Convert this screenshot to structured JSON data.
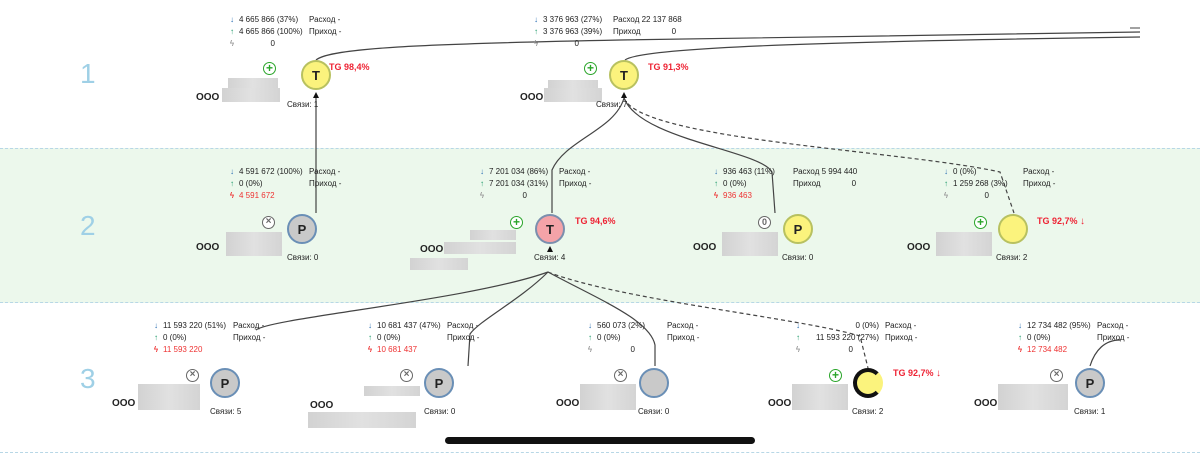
{
  "rows": [
    {
      "label": "1"
    },
    {
      "label": "2"
    },
    {
      "label": "3"
    }
  ],
  "common": {
    "expense_label": "Расход",
    "income_label": "Приход",
    "links_prefix": "Связи:",
    "company_prefix": "ООО"
  },
  "nodes": [
    {
      "letter": "T",
      "tg": "TG 98,4%",
      "links": "1",
      "stats": {
        "down": "4 665 866  (37%)",
        "down_extra": "-",
        "up": "4 665 866 (100%)",
        "up_extra": "-",
        "bolt": "0"
      }
    },
    {
      "letter": "T",
      "tg": "TG 91,3%",
      "links": "7",
      "stats": {
        "down": "3 376 963 (27%)",
        "down_extra": "22 137 868",
        "up": "3 376 963 (39%)",
        "up_extra": "0",
        "bolt": "0"
      }
    },
    {
      "letter": "P",
      "tg": "",
      "links": "0",
      "stats": {
        "down": "4 591 672 (100%)",
        "down_extra": "-",
        "up": "0     (0%)",
        "up_extra": "-",
        "bolt": "4 591 672"
      }
    },
    {
      "letter": "T",
      "tg": "TG 94,6%",
      "links": "4",
      "stats": {
        "down": "7 201 034 (86%)",
        "down_extra": "-",
        "up": "7 201 034 (31%)",
        "up_extra": "-",
        "bolt": "0"
      }
    },
    {
      "letter": "P",
      "tg": "",
      "links": "0",
      "stats": {
        "down": "936 463 (11%)",
        "down_extra": "5 994 440",
        "up": "0     (0%)",
        "up_extra": "0",
        "bolt": "936 463"
      }
    },
    {
      "letter": "",
      "tg": "TG 92,7%",
      "links": "2",
      "stats": {
        "down": "0 (0%)",
        "down_extra": "-",
        "up": "1 259 268 (3%)",
        "up_extra": "-",
        "bolt": "0"
      }
    },
    {
      "letter": "P",
      "tg": "",
      "links": "5",
      "stats": {
        "down": "11 593 220 (51%)",
        "down_extra": "-",
        "up": "0     (0%)",
        "up_extra": "-",
        "bolt": "11 593 220"
      }
    },
    {
      "letter": "P",
      "tg": "",
      "links": "0",
      "stats": {
        "down": "10 681 437 (47%)",
        "down_extra": "-",
        "up": "0     (0%)",
        "up_extra": "-",
        "bolt": "10 681 437"
      }
    },
    {
      "letter": "",
      "tg": "",
      "links": "0",
      "stats": {
        "down": "560 073 (2%)",
        "down_extra": "-",
        "up": "0     (0%)",
        "up_extra": "-",
        "bolt": "0"
      }
    },
    {
      "letter": "",
      "tg": "TG 92,7%",
      "links": "2",
      "stats": {
        "down": "0     (0%)",
        "down_extra": "-",
        "up": "11 593 220 (27%)",
        "up_extra": "-",
        "bolt": "0"
      }
    },
    {
      "letter": "P",
      "tg": "",
      "links": "1",
      "stats": {
        "down": "12 734 482 (95%)",
        "down_extra": "-",
        "up": "0     (0%)",
        "up_extra": "-",
        "bolt": "12 734 482"
      }
    }
  ],
  "colors": {
    "tg": "#e23322",
    "node_yellow": "#fbf37d",
    "node_pink": "#f4a3a8",
    "node_grey": "#c9c9c9",
    "band": "#ecf8ec"
  }
}
